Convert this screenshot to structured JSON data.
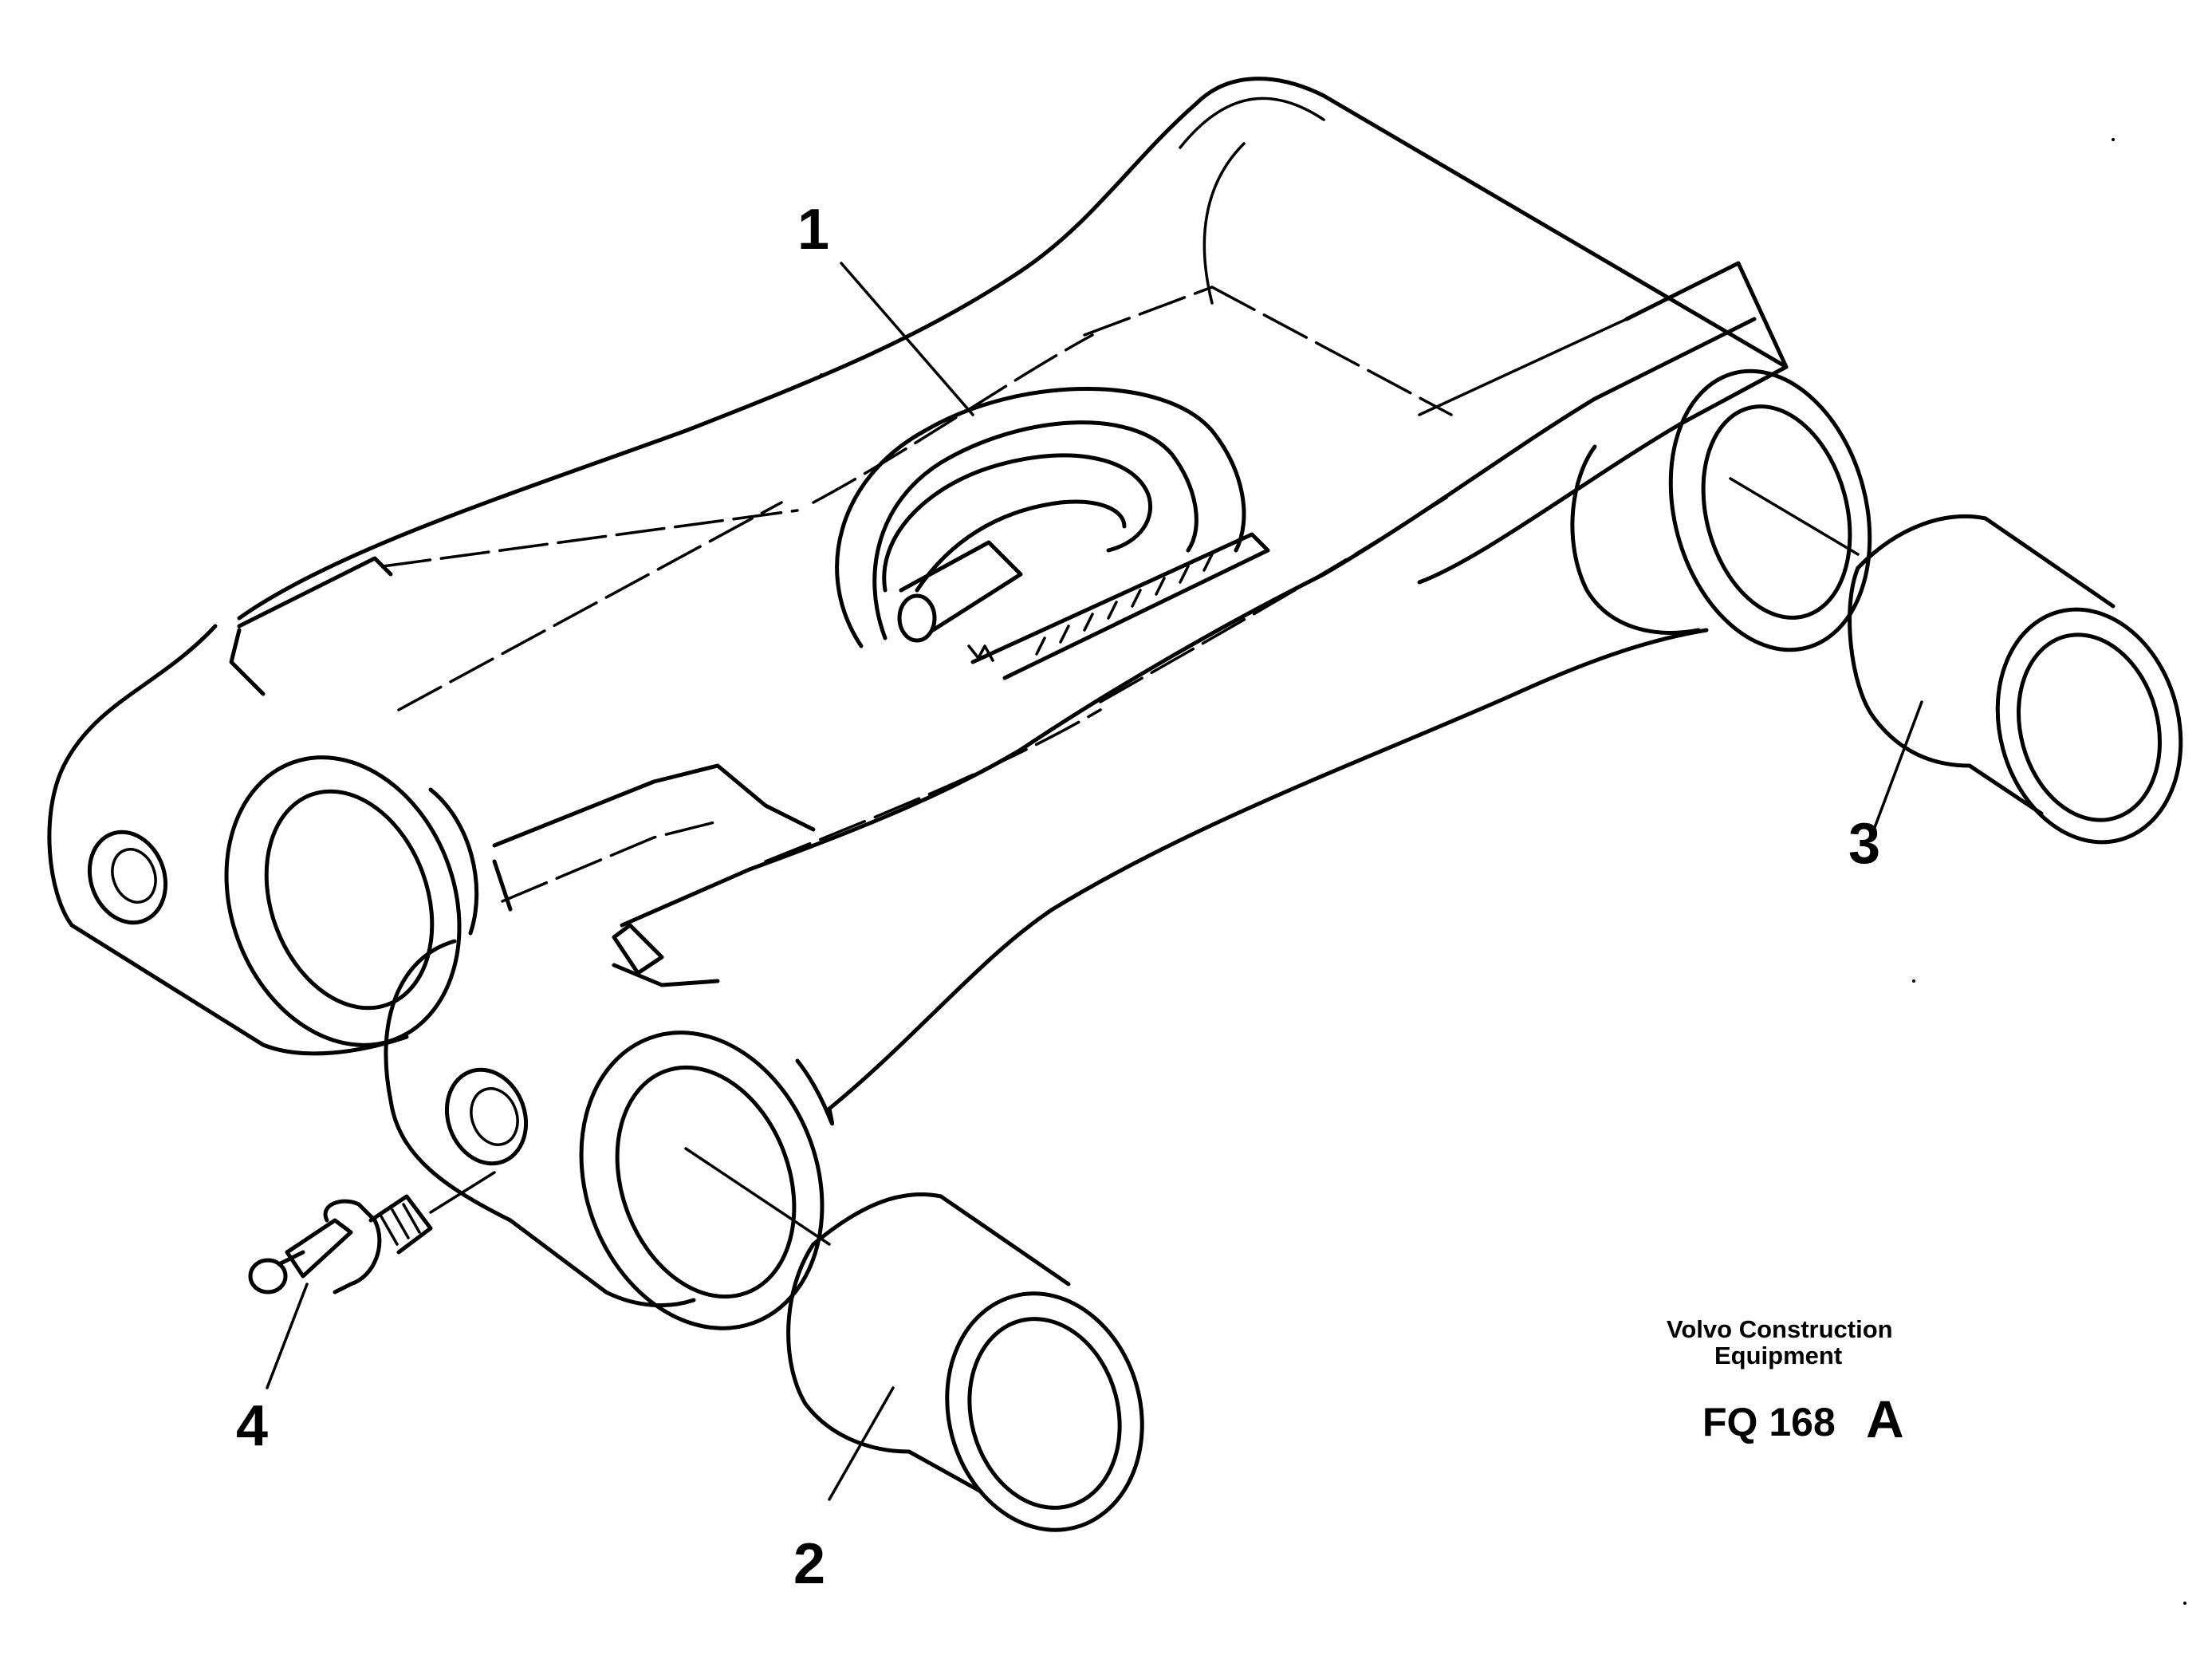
{
  "callouts": [
    {
      "id": "1",
      "label": "1"
    },
    {
      "id": "2",
      "label": "2"
    },
    {
      "id": "3",
      "label": "3"
    },
    {
      "id": "4",
      "label": "4"
    }
  ],
  "footer": {
    "brand_line1": "Volvo Construction",
    "brand_line2": "Equipment",
    "drawing_code": "FQ 168",
    "revision": "A"
  }
}
